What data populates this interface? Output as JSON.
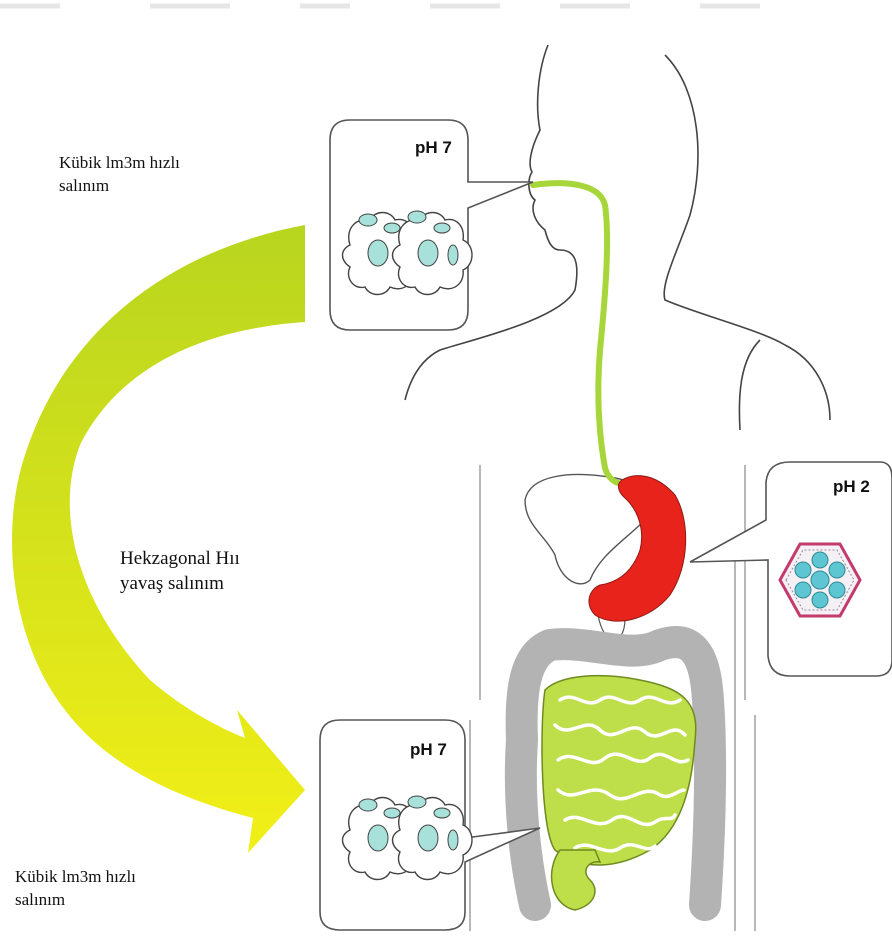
{
  "labels": {
    "top_left_line1": "Kübik lm3m hızlı",
    "top_left_line2": "salınım",
    "middle_line1": "Hekzagonal Hıı",
    "middle_line2": "yavaş salınım",
    "bottom_left_line1": "Kübik lm3m hızlı",
    "bottom_left_line2": "salınım"
  },
  "callouts": {
    "mouth_ph": "pH 7",
    "stomach_ph": "pH 2",
    "intestine_ph": "pH 7"
  },
  "colors": {
    "esophagus": "#a6d63a",
    "stomach": "#e8231b",
    "small_intestine": "#bedf4a",
    "large_intestine": "#b3b3b3",
    "arrow_top": "#b8d51f",
    "arrow_bottom": "#f2ef17",
    "cubic_particle_fill": "#a8e0da",
    "hexagonal_particle_fill": "#5ec6d2",
    "hexagon_outline": "#c33b6a"
  },
  "icons": {
    "cubic_structure_top": "cubic-phase-icon",
    "hexagonal_structure": "hexagonal-phase-icon",
    "cubic_structure_bottom": "cubic-phase-icon"
  }
}
